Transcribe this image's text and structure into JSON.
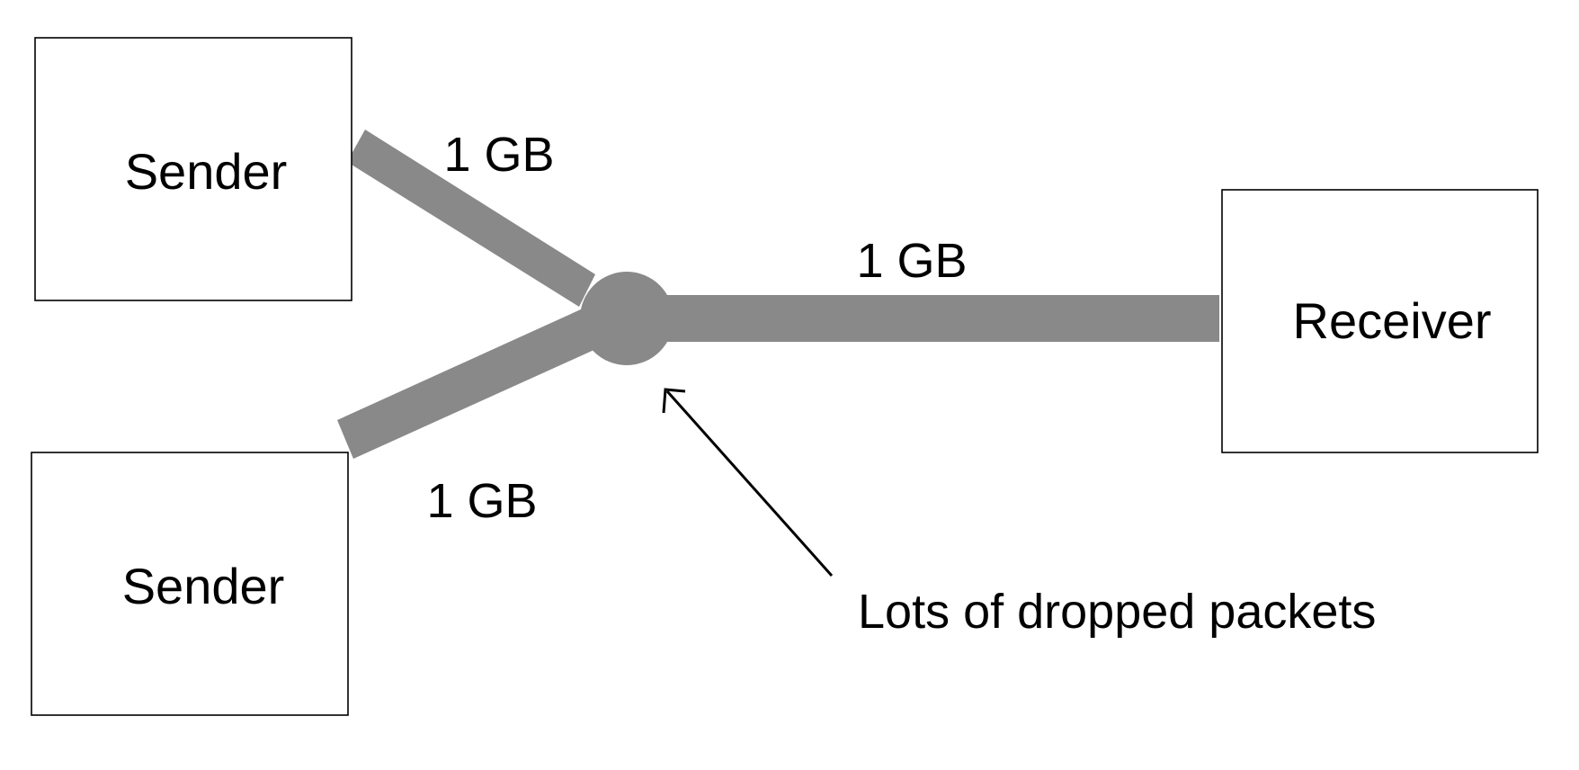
{
  "colors": {
    "pipe": "#898989",
    "box_stroke": "#000000",
    "text": "#000000",
    "background": "#ffffff"
  },
  "nodes": {
    "sender_top": {
      "label": "Sender"
    },
    "sender_bottom": {
      "label": "Sender"
    },
    "receiver": {
      "label": "Receiver"
    }
  },
  "links": {
    "top_in": {
      "label": "1 GB"
    },
    "bottom_in": {
      "label": "1 GB"
    },
    "out": {
      "label": "1 GB"
    }
  },
  "annotation": {
    "text": "Lots of dropped packets"
  }
}
